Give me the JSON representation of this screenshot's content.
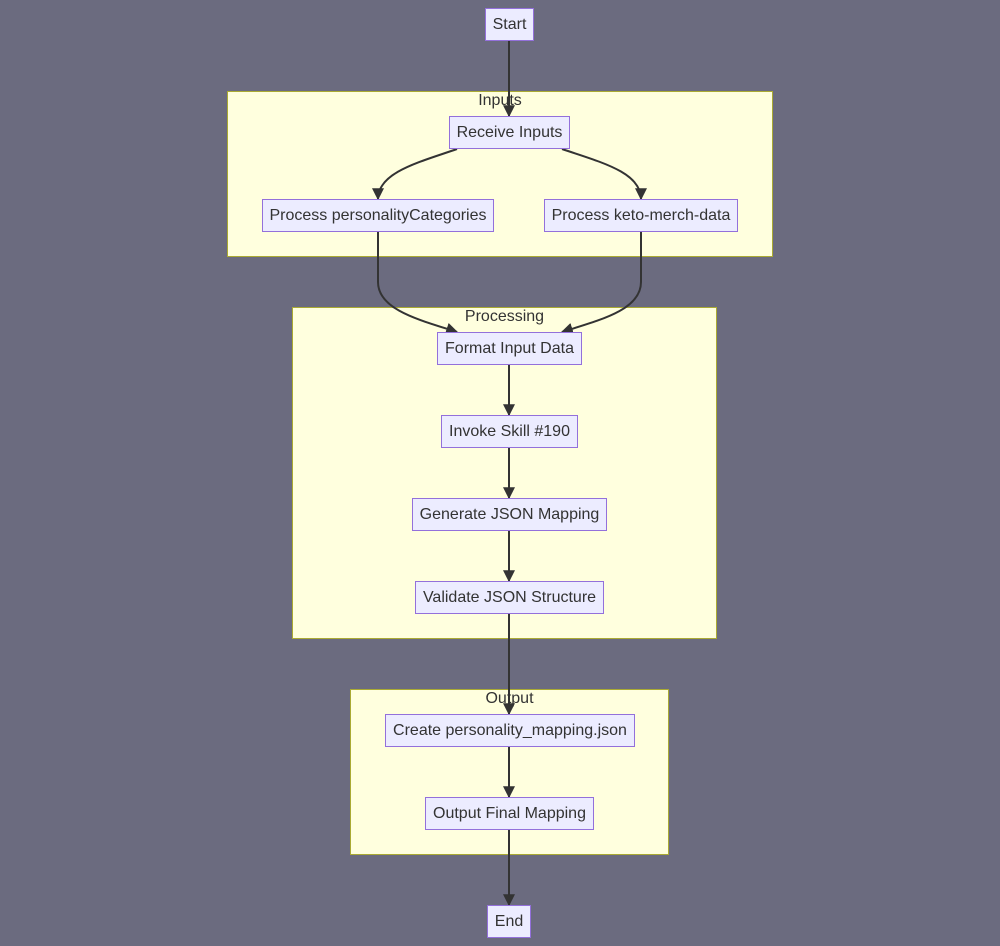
{
  "colors": {
    "background": "#6b6b7f",
    "node_fill": "#ececff",
    "node_border": "#9370db",
    "cluster_fill": "#ffffde",
    "cluster_border": "#aaaa33",
    "edge": "#333333",
    "text": "#333333"
  },
  "clusters": {
    "inputs": "Inputs",
    "processing": "Processing",
    "output": "Output"
  },
  "nodes": {
    "start": "Start",
    "receive_inputs": "Receive Inputs",
    "process_personality": "Process personalityCategories",
    "process_keto": "Process keto-merch-data",
    "format_input": "Format Input Data",
    "invoke_skill": "Invoke Skill #190",
    "generate_json": "Generate JSON Mapping",
    "validate_json": "Validate JSON Structure",
    "create_mapping": "Create personality_mapping.json",
    "output_final": "Output Final Mapping",
    "end": "End"
  },
  "edges": [
    {
      "from": "start",
      "to": "receive_inputs"
    },
    {
      "from": "receive_inputs",
      "to": "process_personality"
    },
    {
      "from": "receive_inputs",
      "to": "process_keto"
    },
    {
      "from": "process_personality",
      "to": "format_input"
    },
    {
      "from": "process_keto",
      "to": "format_input"
    },
    {
      "from": "format_input",
      "to": "invoke_skill"
    },
    {
      "from": "invoke_skill",
      "to": "generate_json"
    },
    {
      "from": "generate_json",
      "to": "validate_json"
    },
    {
      "from": "validate_json",
      "to": "create_mapping"
    },
    {
      "from": "create_mapping",
      "to": "output_final"
    },
    {
      "from": "output_final",
      "to": "end"
    }
  ]
}
